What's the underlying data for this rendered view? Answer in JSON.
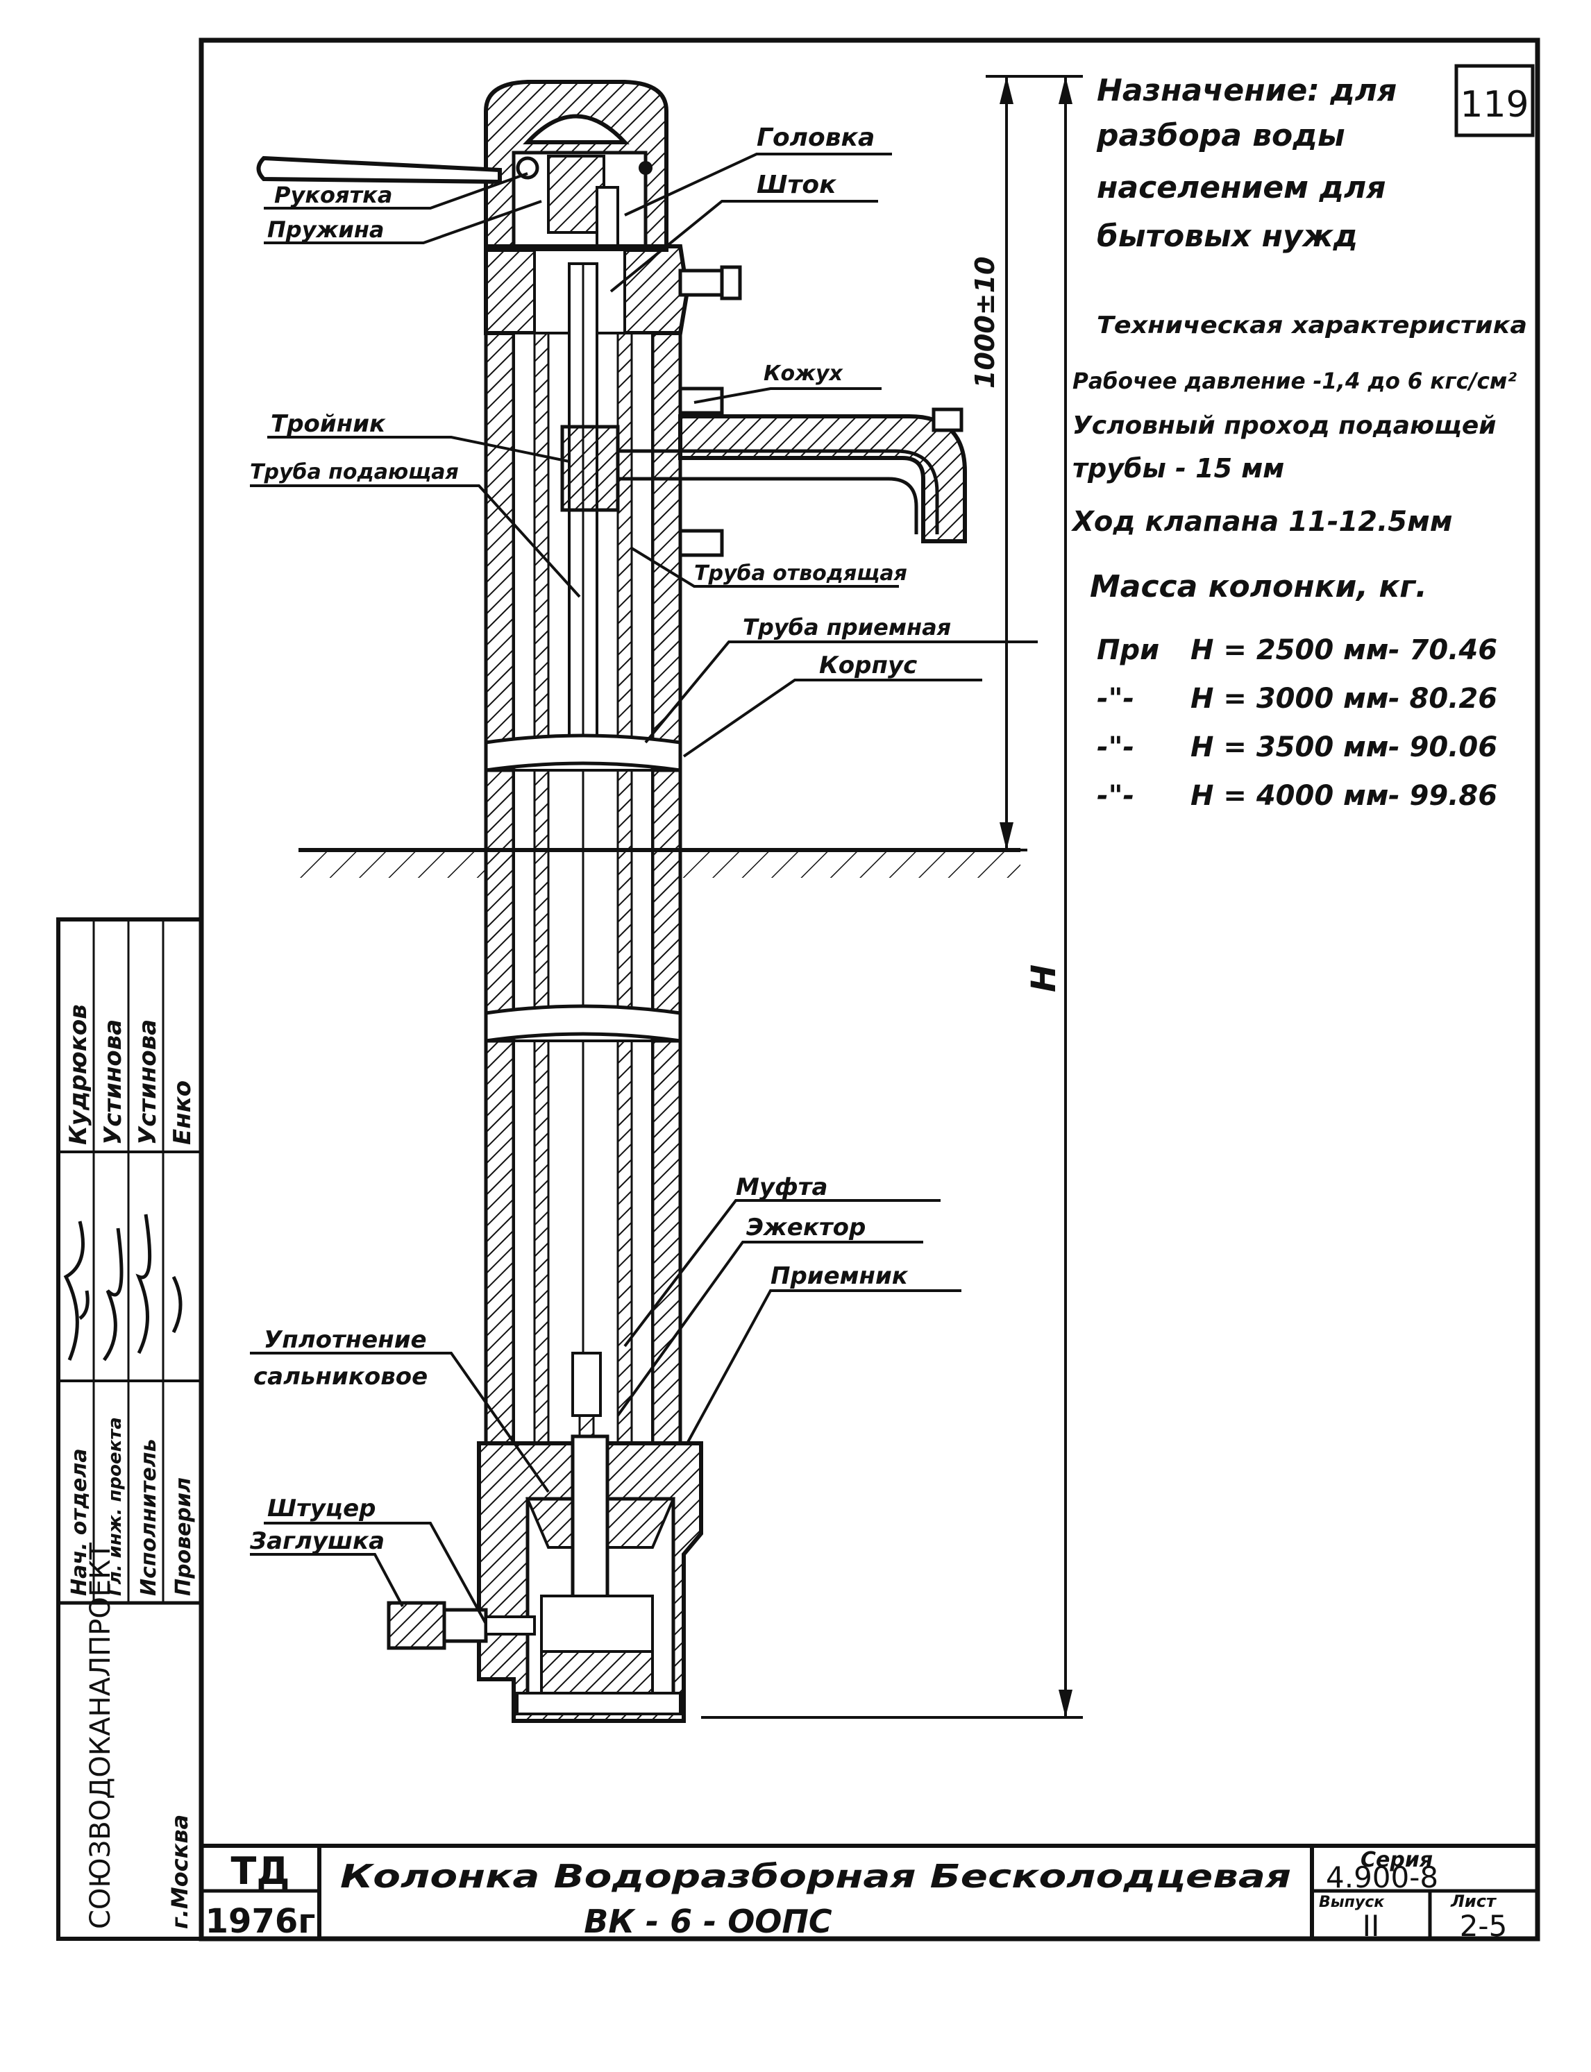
{
  "sheet_number": "119",
  "purpose_lines": [
    "Назначение: для",
    "разбора воды",
    "населением для",
    "бытовых нужд"
  ],
  "tech": {
    "heading": "Техническая характеристика",
    "pressure": "Рабочее давление -1,4 до 6 кгс/см²",
    "bore_1": "Условный проход подающей",
    "bore_2": "трубы - 15 мм",
    "stroke": "Ход клапана 11-12.5мм",
    "mass_heading": "Масса колонки, кг.",
    "mass_rows": [
      {
        "prefix": "При",
        "h": "H = 2500 мм",
        "mass": "- 70.46"
      },
      {
        "prefix": "-\"-",
        "h": "H = 3000 мм",
        "mass": "- 80.26"
      },
      {
        "prefix": "-\"-",
        "h": "H = 3500 мм",
        "mass": "- 90.06"
      },
      {
        "prefix": "-\"-",
        "h": "H = 4000 мм",
        "mass": "- 99.86"
      }
    ]
  },
  "labels": {
    "golovka": "Головка",
    "shtok": "Шток",
    "rukoyatka": "Рукоятка",
    "pruzhina": "Пружина",
    "kozhukh": "Кожух",
    "troynik": "Тройник",
    "truba_podayushchaya": "Труба подающая",
    "truba_otvodyashchaya": "Труба отводящая",
    "truba_priemnaya": "Труба приемная",
    "korpus": "Корпус",
    "mufta": "Муфта",
    "ezhektor": "Эжектор",
    "priemnik": "Приемник",
    "uplotnenie_1": "Уплотнение",
    "uplotnenie_2": "сальниковое",
    "shtutser": "Штуцер",
    "zaglushka": "Заглушка"
  },
  "dims": {
    "height_top": "1000±10",
    "height_total": "H"
  },
  "title_block": {
    "org": "СОЮЗВОДОКАНАЛПРОЕКТ",
    "city": "г.Москва",
    "roles": [
      "Нач. отдела",
      "Гл. инж. проекта",
      "Исполнитель",
      "Проверил"
    ],
    "names": [
      "Кудрюков",
      "Устинова",
      "Устинова",
      "Енко"
    ],
    "td": "ТД",
    "year": "1976г",
    "title_line1": "Колонка Водоразборная Бесколодцевая",
    "title_line2": "ВК - 6 - ООПС",
    "series_label": "Серия",
    "series_value": "4.900-8",
    "issue_label": "Выпуск",
    "issue_value": "II",
    "sheet_label": "Лист",
    "sheet_value": "2-5"
  }
}
